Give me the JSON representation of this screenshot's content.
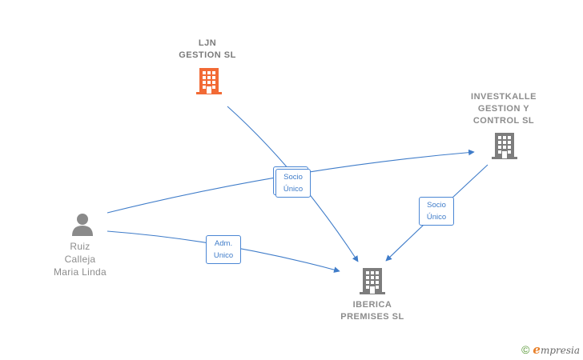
{
  "colors": {
    "edge": "#3f7cc9",
    "company": "#7d7d7d",
    "highlight_company": "#f26a35",
    "person": "#8a8a8a"
  },
  "nodes": {
    "ljn": {
      "label": "LJN\nGESTION  SL",
      "icon": "building-icon"
    },
    "investkalle": {
      "label": "INVESTKALLE\nGESTION Y\nCONTROL  SL",
      "icon": "building-icon"
    },
    "iberica": {
      "label": "IBERICA\nPREMISES  SL",
      "icon": "building-icon"
    },
    "ruiz": {
      "label": "Ruiz\nCalleja\nMaria Linda",
      "icon": "person-icon"
    }
  },
  "edges": {
    "socio_unico_center": "Socio\nÚnico",
    "socio_unico_right": "Socio\nÚnico",
    "adm_unico": "Adm.\nUnico"
  },
  "footer": {
    "copyright": "©",
    "brand_e": "e",
    "brand_rest": "mpresia"
  }
}
